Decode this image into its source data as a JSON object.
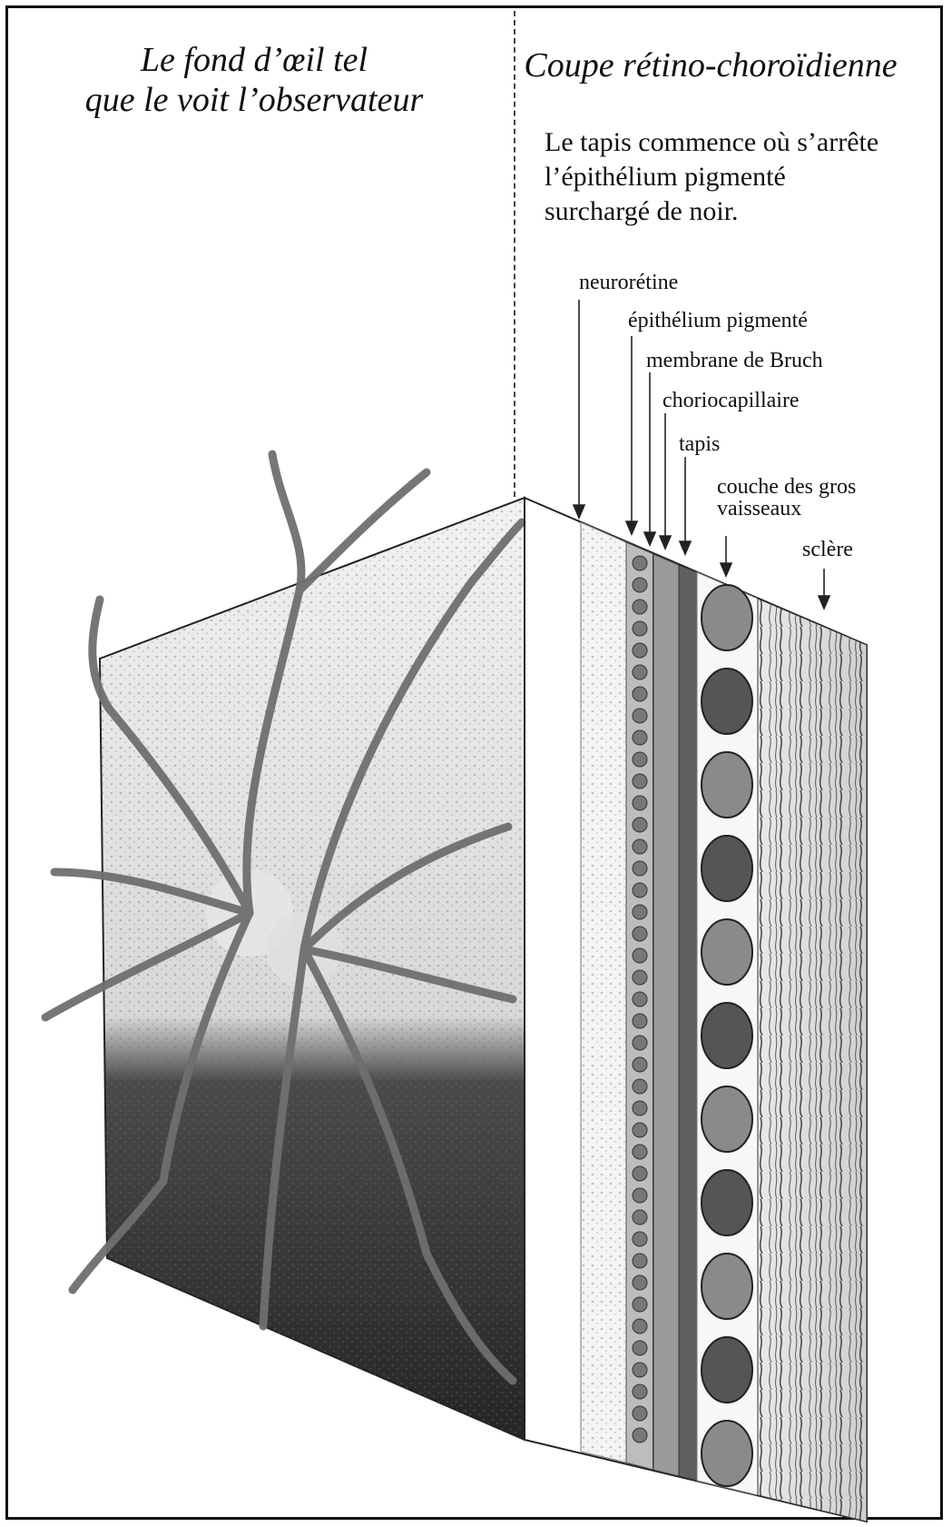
{
  "titles": {
    "left": "Le fond d’œil tel\nque le voit l’observateur",
    "right": "Coupe rétino-choroïdienne"
  },
  "caption": "Le tapis commence où s’arrête\nl’épithélium pigmenté\nsurchargé de noir.",
  "layers": {
    "neuroretine": "neurorétine",
    "epithelium": "épithélium pigmenté",
    "bruch": "membrane de Bruch",
    "choriocapillaire": "choriocapillaire",
    "tapis": "tapis",
    "gros_vaisseaux": "couche des gros\nvaisseaux",
    "sclere": "sclère"
  },
  "colors": {
    "frame": "#111111",
    "fundus_light": "#d9d9d9",
    "fundus_dark": "#2a2a2a",
    "vessel": "#6f6f6f",
    "vessel_cross_section": "#555555"
  }
}
